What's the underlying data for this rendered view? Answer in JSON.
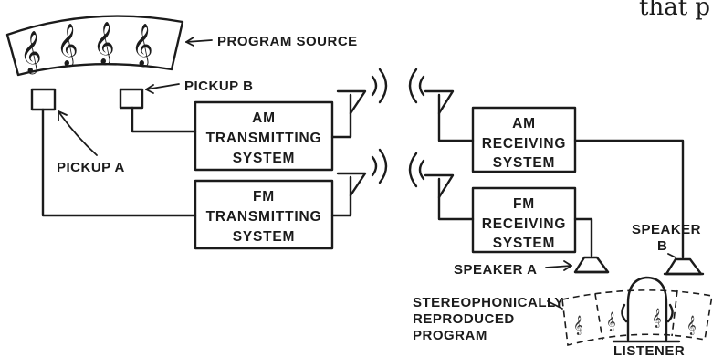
{
  "labels": {
    "top_right_fragment": "that p",
    "program_source": "PROGRAM SOURCE",
    "pickup_a": "PICKUP A",
    "pickup_b": "PICKUP B",
    "am_transmitting": [
      "AM",
      "TRANSMITTING",
      "SYSTEM"
    ],
    "fm_transmitting": [
      "FM",
      "TRANSMITTING",
      "SYSTEM"
    ],
    "am_receiving": [
      "AM",
      "RECEIVING",
      "SYSTEM"
    ],
    "fm_receiving": [
      "FM",
      "RECEIVING",
      "SYSTEM"
    ],
    "speaker_a": "SPEAKER A",
    "speaker_b": [
      "SPEAKER",
      "B"
    ],
    "stereo_program": [
      "STEREOPHONICALLY",
      "REPRODUCED",
      "PROGRAM"
    ],
    "listener": "LISTENER"
  },
  "glyphs": {
    "clef": "𝄞"
  },
  "colors": {
    "ink": "#1b1b1b",
    "background": "#ffffff"
  }
}
